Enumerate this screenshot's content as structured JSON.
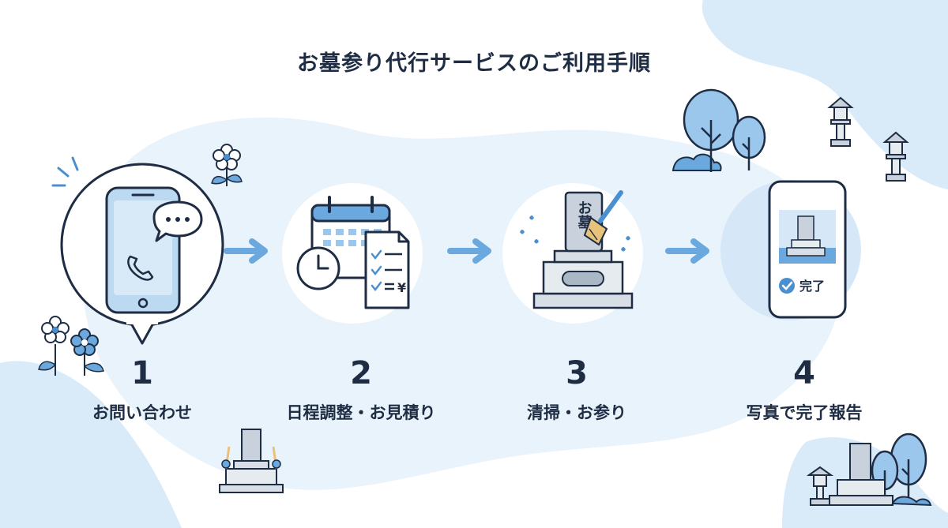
{
  "title": "お墓参り代行サービスのご利用手順",
  "colors": {
    "navy": "#1f2d44",
    "blue": "#6aa8de",
    "light_blue": "#cfe4f5",
    "pale_blue": "#e9f3fb"
  },
  "steps": [
    {
      "number": "1",
      "label": "お問い合わせ",
      "icon": "smartphone-chat-icon"
    },
    {
      "number": "2",
      "label": "日程調整・お見積り",
      "icon": "calendar-quote-icon"
    },
    {
      "number": "3",
      "label": "清掃・お参り",
      "icon": "gravestone-cleaning-icon"
    },
    {
      "number": "4",
      "label": "写真で完了報告",
      "icon": "photo-report-phone-icon"
    }
  ],
  "grave_text": "お墓",
  "yen_symbol": "¥",
  "completion_text": "完了"
}
